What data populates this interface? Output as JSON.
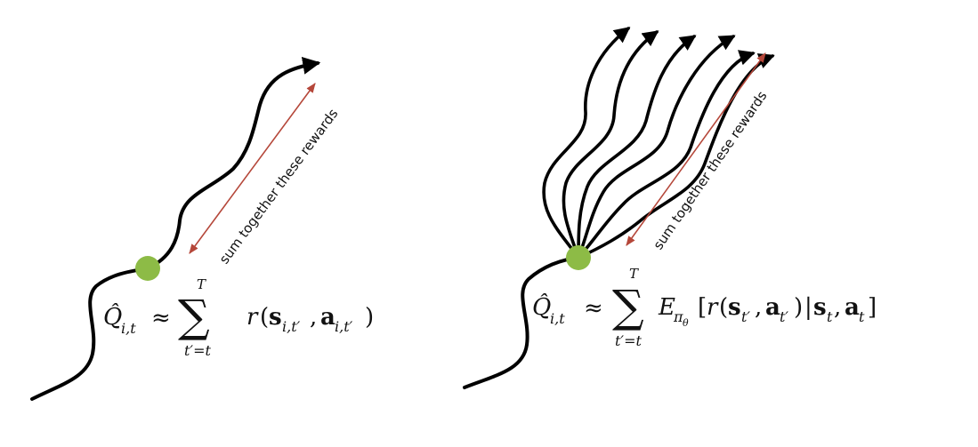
{
  "colors": {
    "trajectory": "#000000",
    "arrow_annotation": "#b5473a",
    "state_marker": "#8dbb46",
    "background": "#ffffff"
  },
  "left_panel": {
    "annotation": "sum together these rewards",
    "formula": {
      "lhs": "Q̂",
      "lhs_sub": "i,t",
      "approx": "≈",
      "sum": "∑",
      "sum_upper": "T",
      "sum_lower": "t′=t",
      "r": "r",
      "s": "s",
      "s_sub": "i,t′",
      "a": "a",
      "a_sub": "i,t′"
    }
  },
  "right_panel": {
    "annotation": "sum together these rewards",
    "formula": {
      "lhs": "Q̂",
      "lhs_sub": "i,t",
      "approx": "≈",
      "sum": "∑",
      "sum_upper": "T",
      "sum_lower": "t′=t",
      "E": "E",
      "pi": "π",
      "theta": "θ",
      "r": "r",
      "s": "s",
      "s_sub": "t′",
      "a": "a",
      "a_sub": "t′",
      "given_s_sub": "t",
      "given_a_sub": "t"
    }
  }
}
